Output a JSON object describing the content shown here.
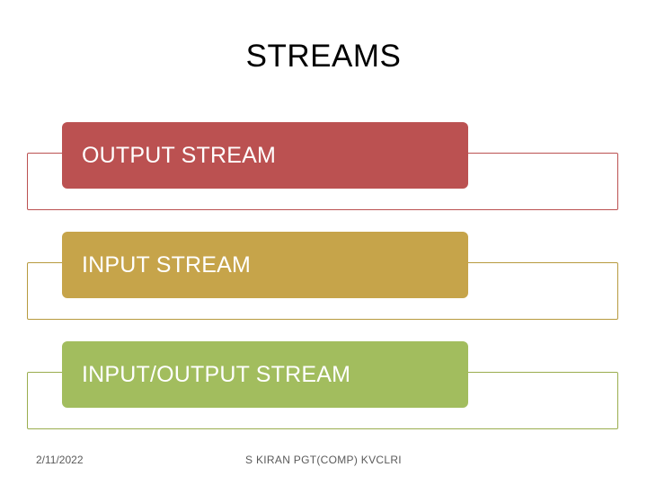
{
  "slide": {
    "title": "STREAMS",
    "rows": [
      {
        "label": "OUTPUT STREAM",
        "color": "#bb5151"
      },
      {
        "label": "INPUT STREAM",
        "color": "#c6a44a"
      },
      {
        "label": "INPUT/OUTPUT STREAM",
        "color": "#a2bd5e"
      }
    ],
    "footer": {
      "date": "2/11/2022",
      "center": "S KIRAN   PGT(COMP)   KVCLRI"
    }
  }
}
